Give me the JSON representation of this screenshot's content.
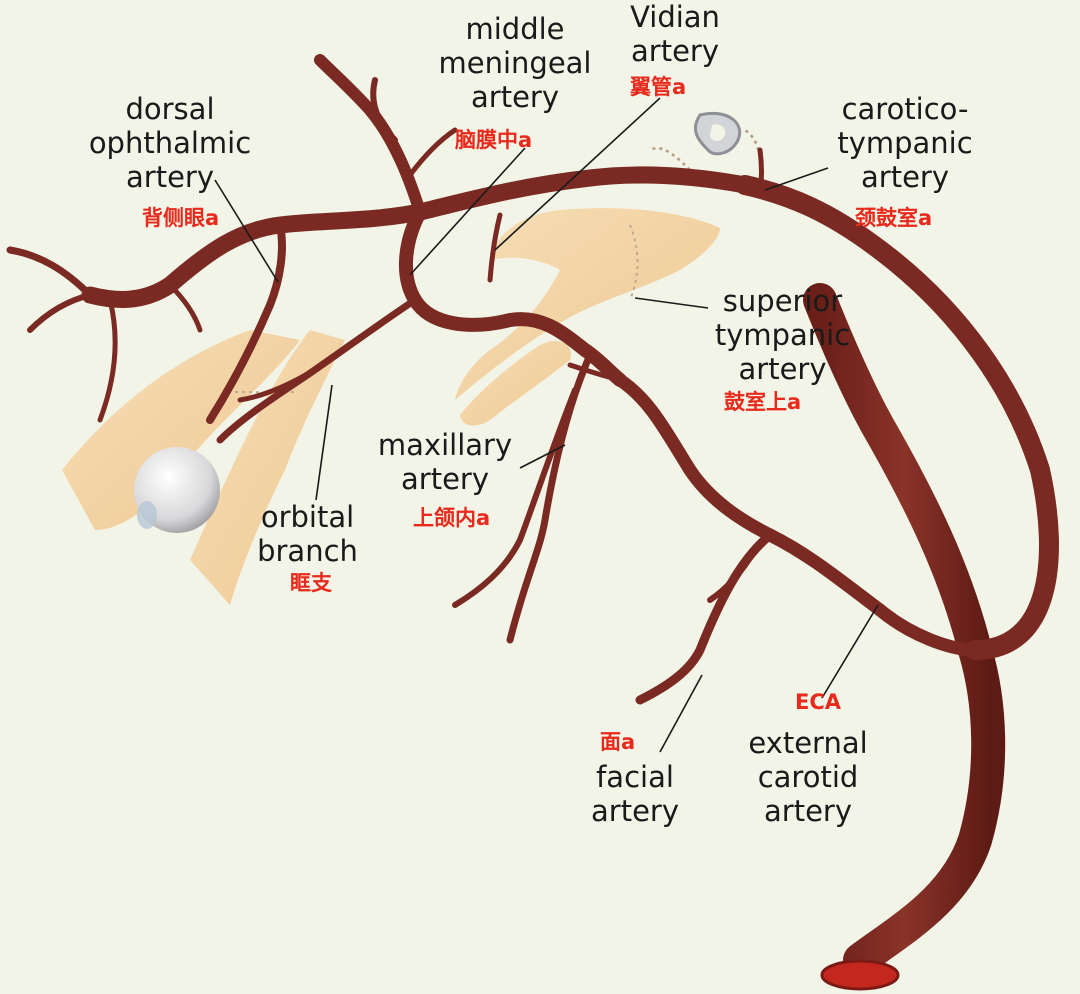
{
  "labels": {
    "middle_meningeal": {
      "lines": [
        "middle",
        "meningeal",
        "artery"
      ],
      "cn": "脑膜中a"
    },
    "vidian": {
      "lines": [
        "Vidian",
        "artery"
      ],
      "cn": "翼管a"
    },
    "dorsal_ophthalmic": {
      "lines": [
        "dorsal",
        "ophthalmic",
        "artery"
      ],
      "cn": "背侧眼a"
    },
    "caroticotympanic": {
      "lines": [
        "carotico-",
        "tympanic",
        "artery"
      ],
      "cn": "颈鼓室a"
    },
    "superior_tympanic": {
      "lines": [
        "superior",
        "tympanic",
        "artery"
      ],
      "cn": "鼓室上a"
    },
    "maxillary": {
      "lines": [
        "maxillary",
        "artery"
      ],
      "cn": "上颌内a"
    },
    "orbital": {
      "lines": [
        "orbital",
        "branch"
      ],
      "cn": "眶支"
    },
    "facial": {
      "lines": [
        "facial",
        "artery"
      ],
      "cn": "面a"
    },
    "eca": {
      "lines": [
        "external",
        "carotid",
        "artery"
      ],
      "cn": "ECA"
    }
  },
  "colors": {
    "background": "#f1f4e6",
    "artery": "#7a2a22",
    "artery_highlight": "#a8473c",
    "bone": "#f2d3a2",
    "label_text": "#1a1a1a",
    "chinese_label": "#e8291c"
  }
}
